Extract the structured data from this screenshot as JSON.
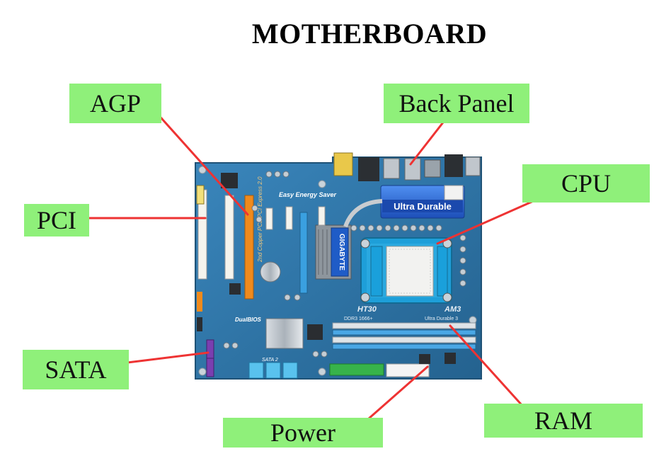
{
  "title": "MOTHERBOARD",
  "labels": {
    "agp": "AGP",
    "back_panel": "Back Panel",
    "pci": "PCI",
    "cpu": "CPU",
    "sata": "SATA",
    "power": "Power",
    "ram": "RAM"
  },
  "board_text": {
    "ultra_durable": "Ultra Durable",
    "gigabyte": "GIGABYTE",
    "easy_energy": "Easy Energy Saver",
    "ht30": "HT30",
    "am3": "AM3",
    "ddr3": "DDR3 1666+",
    "ultra_durable_3": "Ultra Durable 3",
    "dual_bios": "DualBIOS",
    "sata2": "SATA 2",
    "pci_express": "2nd Copper PCB PCI Express 2.0"
  },
  "colors": {
    "label_bg": "#8ff07a",
    "pointer_line": "#ee3333",
    "board": "#2e74a6"
  }
}
